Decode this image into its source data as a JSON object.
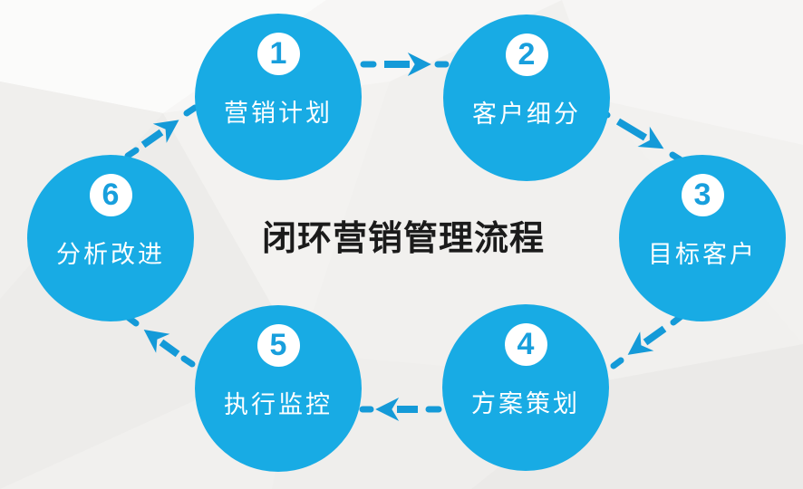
{
  "title": "闭环营销管理流程",
  "steps": [
    {
      "number": "1",
      "label": "营销计划"
    },
    {
      "number": "2",
      "label": "客户细分"
    },
    {
      "number": "3",
      "label": "目标客户"
    },
    {
      "number": "4",
      "label": "方案策划"
    },
    {
      "number": "5",
      "label": "执行监控"
    },
    {
      "number": "6",
      "label": "分析改进"
    }
  ],
  "flow": [
    {
      "from": "营销计划",
      "to": "客户细分"
    },
    {
      "from": "客户细分",
      "to": "目标客户"
    },
    {
      "from": "目标客户",
      "to": "方案策划"
    },
    {
      "from": "方案策划",
      "to": "执行监控"
    },
    {
      "from": "执行监控",
      "to": "分析改进"
    },
    {
      "from": "分析改进",
      "to": "营销计划"
    }
  ],
  "colors": {
    "circle_fill": "#18abe4",
    "arrow": "#149ad8",
    "number": "#189fdd",
    "badge_bg": "#ffffff",
    "title_text": "#1b1b1b",
    "background": "#f1f0ee",
    "step_text": "#ffffff"
  }
}
